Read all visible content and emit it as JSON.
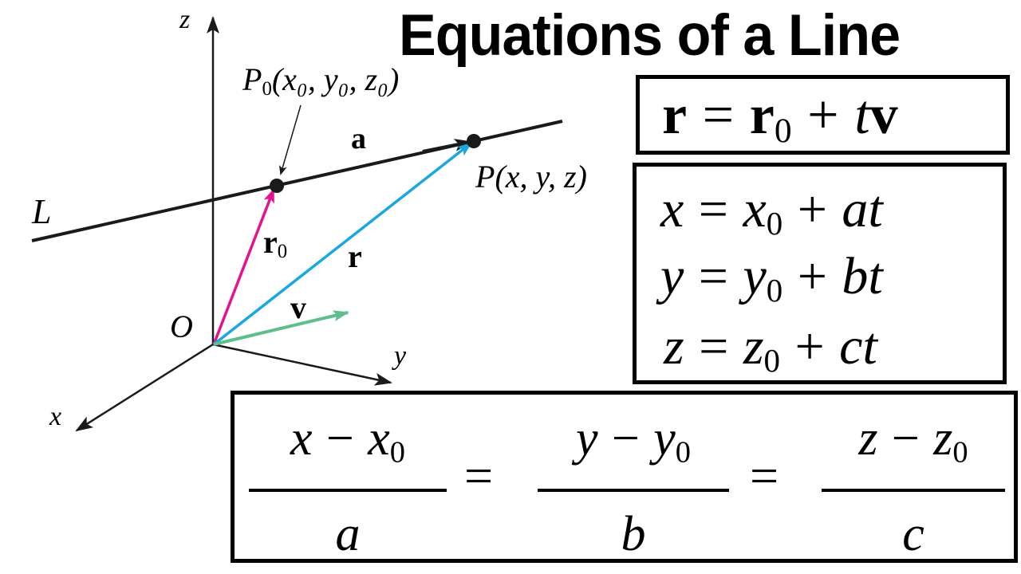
{
  "title": "Equations of a Line",
  "diagram": {
    "axis_labels": {
      "x": "x",
      "y": "y",
      "z": "z",
      "origin": "O"
    },
    "line_label": "L",
    "point_p0": {
      "name": "P",
      "sub": "0",
      "coords": "(x₀, y₀, z₀)"
    },
    "point_p": {
      "name": "P",
      "coords": "(x, y, z)"
    },
    "vector_labels": {
      "a": "a",
      "r0": "r",
      "r0_sub": "0",
      "r": "r",
      "v": "v"
    },
    "colors": {
      "r0_vector": "#e4138f",
      "r_vector": "#1aa7e0",
      "v_vector": "#5fbf8a",
      "line": "#1a1a1a"
    }
  },
  "vector_equation": {
    "lhs": "r",
    "eq": "=",
    "r0": "r",
    "r0_sub": "0",
    "plus": "+",
    "t": "t",
    "v": "v"
  },
  "parametric_equations": [
    {
      "var": "x",
      "eq": "=",
      "base": "x",
      "sub": "0",
      "plus": "+",
      "coef": "a",
      "t": "t"
    },
    {
      "var": "y",
      "eq": "=",
      "base": "y",
      "sub": "0",
      "plus": "+",
      "coef": "b",
      "t": "t"
    },
    {
      "var": "z",
      "eq": "=",
      "base": "z",
      "sub": "0",
      "plus": "+",
      "coef": "c",
      "t": "t"
    }
  ],
  "symmetric_equations": {
    "fractions": [
      {
        "num_var": "x",
        "minus": "−",
        "num_base": "x",
        "sub": "0",
        "den": "a"
      },
      {
        "num_var": "y",
        "minus": "−",
        "num_base": "y",
        "sub": "0",
        "den": "b"
      },
      {
        "num_var": "z",
        "minus": "−",
        "num_base": "z",
        "sub": "0",
        "den": "c"
      }
    ],
    "eq": "="
  }
}
